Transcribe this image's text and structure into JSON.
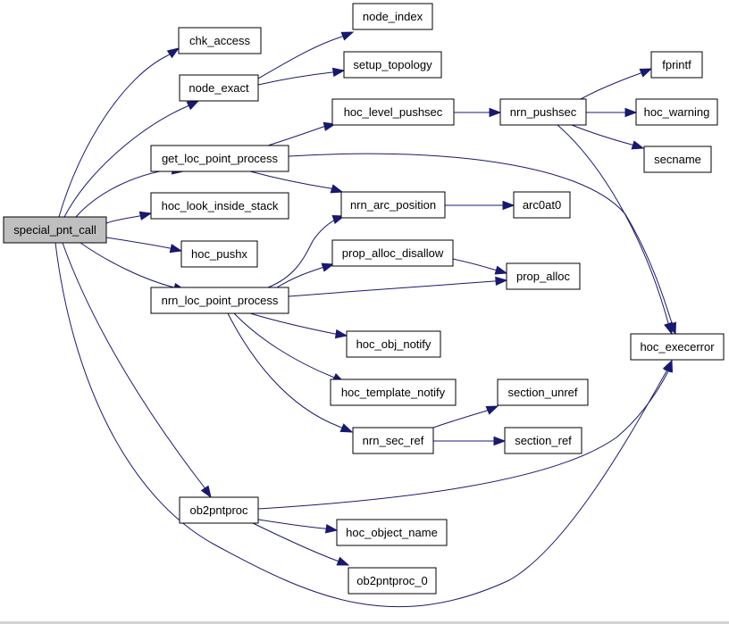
{
  "graph": {
    "colors": {
      "node_fill": "#ffffff",
      "root_fill": "#bfbfbf",
      "edge": "#191970"
    },
    "nodes": {
      "special_pnt_call": "special_pnt_call",
      "chk_access": "chk_access",
      "node_exact": "node_exact",
      "node_index": "node_index",
      "setup_topology": "setup_topology",
      "get_loc_point_process": "get_loc_point_process",
      "hoc_level_pushsec": "hoc_level_pushsec",
      "nrn_pushsec": "nrn_pushsec",
      "fprintf": "fprintf",
      "hoc_warning": "hoc_warning",
      "secname": "secname",
      "hoc_look_inside_stack": "hoc_look_inside_stack",
      "nrn_arc_position": "nrn_arc_position",
      "arc0at0": "arc0at0",
      "hoc_pushx": "hoc_pushx",
      "prop_alloc_disallow": "prop_alloc_disallow",
      "prop_alloc": "prop_alloc",
      "nrn_loc_point_process": "nrn_loc_point_process",
      "hoc_execerror": "hoc_execerror",
      "hoc_obj_notify": "hoc_obj_notify",
      "hoc_template_notify": "hoc_template_notify",
      "section_unref": "section_unref",
      "nrn_sec_ref": "nrn_sec_ref",
      "section_ref": "section_ref",
      "ob2pntproc": "ob2pntproc",
      "hoc_object_name": "hoc_object_name",
      "ob2pntproc_0": "ob2pntproc_0"
    },
    "edges": [
      [
        "special_pnt_call",
        "chk_access"
      ],
      [
        "special_pnt_call",
        "node_exact"
      ],
      [
        "special_pnt_call",
        "get_loc_point_process"
      ],
      [
        "special_pnt_call",
        "hoc_look_inside_stack"
      ],
      [
        "special_pnt_call",
        "hoc_pushx"
      ],
      [
        "special_pnt_call",
        "nrn_loc_point_process"
      ],
      [
        "special_pnt_call",
        "ob2pntproc"
      ],
      [
        "special_pnt_call",
        "hoc_execerror"
      ],
      [
        "node_exact",
        "node_index"
      ],
      [
        "node_exact",
        "setup_topology"
      ],
      [
        "get_loc_point_process",
        "hoc_level_pushsec"
      ],
      [
        "get_loc_point_process",
        "nrn_arc_position"
      ],
      [
        "get_loc_point_process",
        "hoc_execerror"
      ],
      [
        "hoc_level_pushsec",
        "nrn_pushsec"
      ],
      [
        "nrn_pushsec",
        "fprintf"
      ],
      [
        "nrn_pushsec",
        "hoc_warning"
      ],
      [
        "nrn_pushsec",
        "secname"
      ],
      [
        "nrn_pushsec",
        "hoc_execerror"
      ],
      [
        "nrn_arc_position",
        "arc0at0"
      ],
      [
        "prop_alloc_disallow",
        "prop_alloc"
      ],
      [
        "nrn_loc_point_process",
        "nrn_arc_position"
      ],
      [
        "nrn_loc_point_process",
        "prop_alloc_disallow"
      ],
      [
        "nrn_loc_point_process",
        "prop_alloc"
      ],
      [
        "nrn_loc_point_process",
        "hoc_obj_notify"
      ],
      [
        "nrn_loc_point_process",
        "hoc_template_notify"
      ],
      [
        "nrn_loc_point_process",
        "nrn_sec_ref"
      ],
      [
        "nrn_sec_ref",
        "section_unref"
      ],
      [
        "nrn_sec_ref",
        "section_ref"
      ],
      [
        "ob2pntproc",
        "hoc_execerror"
      ],
      [
        "ob2pntproc",
        "hoc_object_name"
      ],
      [
        "ob2pntproc",
        "ob2pntproc_0"
      ]
    ]
  }
}
